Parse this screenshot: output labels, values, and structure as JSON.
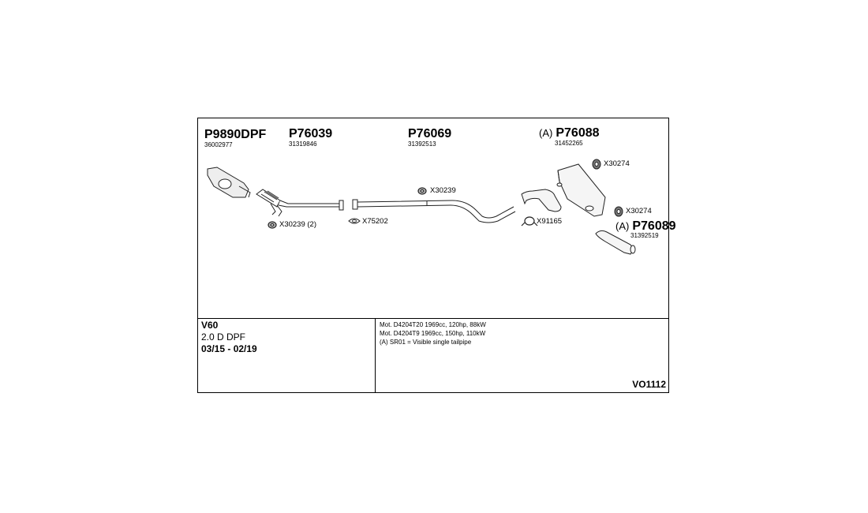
{
  "parts": {
    "p1": {
      "number": "P9890DPF",
      "oe": "36002977"
    },
    "p2": {
      "number": "P76039",
      "oe": "31319846"
    },
    "p3": {
      "number": "P76069",
      "oe": "31392513"
    },
    "p4": {
      "prefix": "(A)",
      "number": "P76088",
      "oe": "31452265"
    },
    "p5": {
      "prefix": "(A)",
      "number": "P76089",
      "oe": "31392519"
    }
  },
  "accessories": {
    "a1": "X30239 (2)",
    "a2": "X75202",
    "a3": "X30239",
    "a4": "X91165",
    "a5": "X30274",
    "a6": "X30274"
  },
  "model": {
    "name": "V60",
    "engine": "2.0 D DPF",
    "years": "03/15 - 02/19"
  },
  "notes": [
    "Mot. D4204T20 1969cc, 120hp, 88kW",
    "Mot. D4204T9 1969cc, 150hp, 110kW",
    "(A) SR01 = Visible single tailpipe"
  ],
  "reference": "VO1112"
}
